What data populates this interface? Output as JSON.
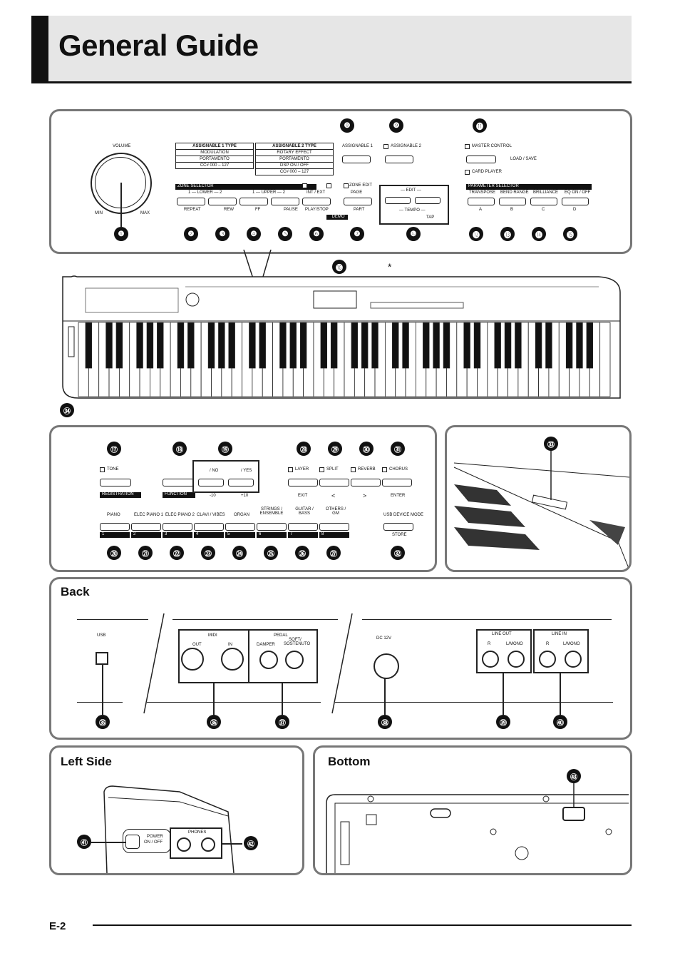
{
  "title": "General Guide",
  "footer": {
    "page_label": "E-2"
  },
  "sections": {
    "back": "Back",
    "left_side": "Left Side",
    "bottom": "Bottom"
  },
  "top_panel": {
    "volume": "VOLUME",
    "min": "MIN",
    "max": "MAX",
    "assignable1_table": {
      "header": "ASSIGNABLE 1 TYPE",
      "rows": [
        "MODULATION",
        "PORTAMENTO",
        "CC#  000 – 127"
      ]
    },
    "assignable2_table": {
      "header": "ASSIGNABLE 2 TYPE",
      "rows": [
        "ROTARY EFFECT",
        "PORTAMENTO",
        "DSP  ON / OFF",
        "CC#  000 – 127"
      ]
    },
    "zone_selector": "ZONE SELECTOR",
    "lower": "1 — LOWER — 2",
    "upper": "1 — UPPER — 2",
    "int_ext": "INT / EXT",
    "zone_edit": "ZONE EDIT",
    "page": "PAGE",
    "repeat": "REPEAT",
    "rew": "REW",
    "ff": "FF",
    "pause": "PAUSE",
    "play_stop": "PLAY/STOP",
    "part": "PART",
    "demo": "DEMO",
    "assignable_1": "ASSIGNABLE 1",
    "assignable_2": "ASSIGNABLE 2",
    "edit": "— EDIT —",
    "tempo": "— TEMPO —",
    "tap": "TAP",
    "master_control": "MASTER CONTROL",
    "load_save": "LOAD / SAVE",
    "card_player": "CARD PLAYER",
    "parameter_selector": "PARAMETER SELECTOR",
    "params": [
      "TRANSPOSE",
      "BEND RANGE",
      "BRILLIANCE",
      "EQ ON / OFF"
    ],
    "param_letters": [
      "A",
      "B",
      "C",
      "D"
    ],
    "callouts": [
      "❶",
      "❷",
      "❸",
      "❹",
      "❺",
      "❻",
      "❼",
      "❽",
      "❾",
      "❿",
      "⓫",
      "⓬",
      "⓭",
      "⓮",
      "⓯"
    ]
  },
  "keyboard": {
    "callout_display": "⓰",
    "asterisk": "*",
    "callout_slider": "㉞"
  },
  "tone_panel": {
    "tone": "TONE",
    "registration": "REGISTRATION",
    "function": "FUNCTION",
    "no": "/ NO",
    "yes": "/ YES",
    "minus10": "-10",
    "plus10": "+10",
    "layer": "LAYER",
    "split": "SPLIT",
    "reverb": "REVERB",
    "chorus": "CHORUS",
    "exit": "EXIT",
    "lt": "<",
    "gt": ">",
    "enter": "ENTER",
    "usb_device_mode": "USB DEVICE MODE",
    "store": "STORE",
    "tones": [
      "PIANO",
      "ELEC PIANO 1",
      "ELEC PIANO 2",
      "CLAVI / VIBES",
      "ORGAN",
      "STRINGS / ENSEMBLE",
      "GUITAR / BASS",
      "OTHERS / GM"
    ],
    "bank_numbers": [
      "1",
      "2",
      "3",
      "4",
      "5",
      "6",
      "7",
      "8"
    ],
    "callouts_top": [
      "⑰",
      "⑱",
      "⑲",
      "㉘",
      "㉙",
      "㉚",
      "㉛"
    ],
    "callouts_bottom": [
      "⑳",
      "㉑",
      "㉒",
      "㉓",
      "㉔",
      "㉕",
      "㉖",
      "㉗",
      "㉜"
    ]
  },
  "side_view": {
    "callout": "㉝"
  },
  "back_panel": {
    "usb": "USB",
    "midi": "MIDI",
    "out": "OUT",
    "in": "IN",
    "pedal": "PEDAL",
    "damper": "DAMPER",
    "soft_sostenuto": "SOFT/ SOSTENUTO",
    "dc": "DC 12V",
    "line_out": "LINE OUT",
    "line_in": "LINE IN",
    "r": "R",
    "l_mono": "L/MONO",
    "callouts": [
      "㉟",
      "㊱",
      "㊲",
      "㊳",
      "㊴",
      "㊵"
    ]
  },
  "left_side_panel": {
    "power": "POWER",
    "on_off": "ON / OFF",
    "phones": "PHONES",
    "callouts": [
      "㊶",
      "㊷"
    ]
  },
  "bottom_panel": {
    "callout": "㊸"
  }
}
